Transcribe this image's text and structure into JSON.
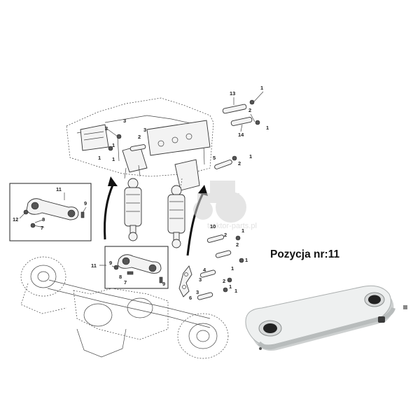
{
  "caption": "Pozycja nr:11",
  "watermark": "traktor-parts.pl",
  "callouts": {
    "c13": "13",
    "c1a": "1",
    "c2a": "2",
    "c14": "14",
    "c1b": "1",
    "c3a": "3",
    "c2b": "2",
    "c3b": "3",
    "c1c": "1",
    "c2c": "2",
    "c1d": "1",
    "c1e": "1",
    "c5": "5",
    "c2d": "2",
    "c1f": "1",
    "c11a": "11",
    "c9a": "9",
    "c12": "12",
    "c8a": "8",
    "c7a": "7",
    "c10": "10",
    "c1g": "1",
    "c2e": "2",
    "c2f": "2",
    "c1h": "1",
    "c4": "4",
    "c1i": "1",
    "c3c": "3",
    "c2g": "2",
    "c1j": "1",
    "c3d": "3",
    "c1k": "1",
    "c6": "6",
    "c11b": "11",
    "c9b": "9",
    "c8b": "8",
    "c7b": "7",
    "c9c": "9"
  },
  "colors": {
    "photo_body": "#eef0f0",
    "photo_shadow": "#b8bcbc",
    "bushing": "#222222"
  }
}
